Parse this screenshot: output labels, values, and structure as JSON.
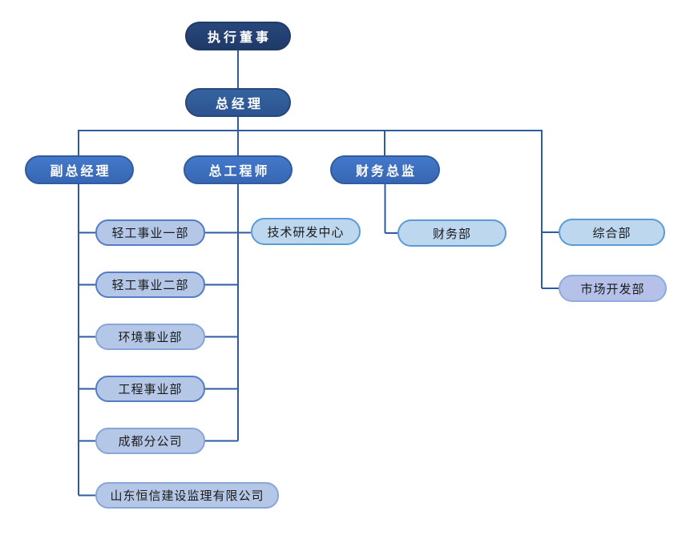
{
  "chart_title": "",
  "nodes": {
    "executive_director": {
      "label": "执行董事",
      "level": 1
    },
    "general_manager": {
      "label": "总经理",
      "level": 2
    },
    "deputy_general_manager": {
      "label": "副总经理",
      "level": 3
    },
    "chief_engineer": {
      "label": "总工程师",
      "level": 3
    },
    "finance_director": {
      "label": "财务总监",
      "level": 3
    },
    "light_industry_div1": {
      "label": "轻工事业一部",
      "level": 4
    },
    "light_industry_div2": {
      "label": "轻工事业二部",
      "level": 4
    },
    "environment_div": {
      "label": "环境事业部",
      "level": 4
    },
    "engineering_div": {
      "label": "工程事业部",
      "level": 4
    },
    "chengdu_branch": {
      "label": "成都分公司",
      "level": 4
    },
    "shandong_hengxin": {
      "label": "山东恒信建设监理有限公司",
      "level": 4
    },
    "tech_rd_center": {
      "label": "技术研发中心",
      "level": 4
    },
    "finance_dept": {
      "label": "财务部",
      "level": 4
    },
    "general_affairs_dept": {
      "label": "综合部",
      "level": 4
    },
    "market_dev_dept": {
      "label": "市场开发部",
      "level": 4
    }
  },
  "edges": [
    [
      "执行董事",
      "总经理"
    ],
    [
      "总经理",
      "副总经理"
    ],
    [
      "总经理",
      "总工程师"
    ],
    [
      "总经理",
      "财务总监"
    ],
    [
      "总经理",
      "综合部"
    ],
    [
      "总经理",
      "市场开发部"
    ],
    [
      "副总经理",
      "轻工事业一部"
    ],
    [
      "副总经理",
      "轻工事业二部"
    ],
    [
      "副总经理",
      "环境事业部"
    ],
    [
      "副总经理",
      "工程事业部"
    ],
    [
      "副总经理",
      "成都分公司"
    ],
    [
      "副总经理",
      "山东恒信建设监理有限公司"
    ],
    [
      "总工程师",
      "技术研发中心"
    ],
    [
      "总工程师",
      "轻工事业一部"
    ],
    [
      "总工程师",
      "轻工事业二部"
    ],
    [
      "总工程师",
      "环境事业部"
    ],
    [
      "总工程师",
      "工程事业部"
    ],
    [
      "总工程师",
      "成都分公司"
    ],
    [
      "财务总监",
      "财务部"
    ]
  ],
  "palette": {
    "line": "#2e5c9e",
    "dark-fill": "#27477c",
    "dark-fill2": "#203a68",
    "medium-fill": "#35639f",
    "medium-fill2": "#2b5490",
    "medium-border": "#27477c",
    "tier2-fill": "#4478ca",
    "tier2-fill2": "#3767b4",
    "tier2-border": "#2e5c9e",
    "peri-fill": "#b4c7e7",
    "peri-border-strong": "#557dc7",
    "peri-border-soft": "#8aa5d8",
    "light-fill": "#bdd7ee",
    "light-border": "#5b9bd5",
    "lav-fill": "#b5c1e8",
    "lav-border": "#8faadc",
    "text-dark": "#1a1a1a",
    "text-light": "#ffffff",
    "bg": "#ffffff"
  }
}
